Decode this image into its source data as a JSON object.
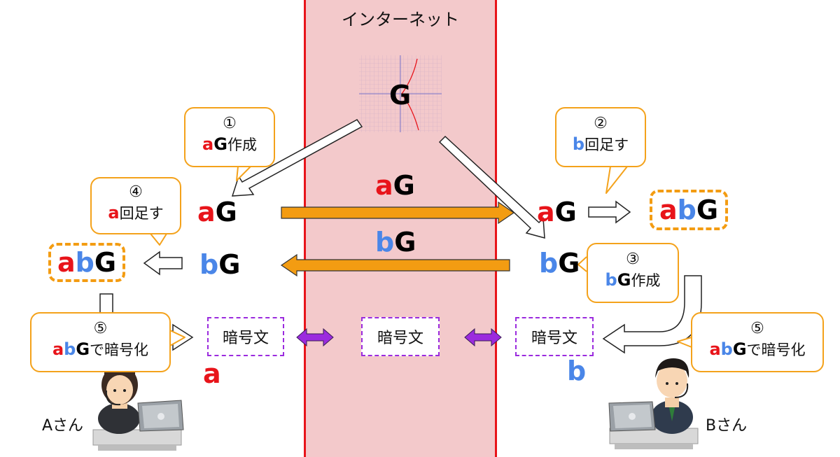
{
  "internet": {
    "title": "インターネット"
  },
  "public_param": {
    "label": "G"
  },
  "secret": {
    "a": "a",
    "b": "b",
    "g": "G"
  },
  "steps": {
    "step1": {
      "num": "①",
      "var": "a",
      "g": "G",
      "text": "作成"
    },
    "step2": {
      "num": "②",
      "var": "b",
      "text": "回足す"
    },
    "step3": {
      "num": "③",
      "var": "b",
      "g": "G",
      "text": "作成"
    },
    "step4": {
      "num": "④",
      "var": "a",
      "text": "回足す"
    },
    "step5a": {
      "num": "⑤",
      "a": "a",
      "b": "b",
      "g": "G",
      "text": "で暗号化"
    },
    "step5b": {
      "num": "⑤",
      "a": "a",
      "b": "b",
      "g": "G",
      "text": "で暗号化"
    }
  },
  "cipher": {
    "label": "暗号文"
  },
  "people": {
    "a": "Aさん",
    "b": "Bさん"
  },
  "colors": {
    "a": "#e8141a",
    "b": "#4a86e8",
    "arrow": "#f39c12",
    "cipher_arrow": "#9b2bde",
    "border": "#e8141a"
  }
}
